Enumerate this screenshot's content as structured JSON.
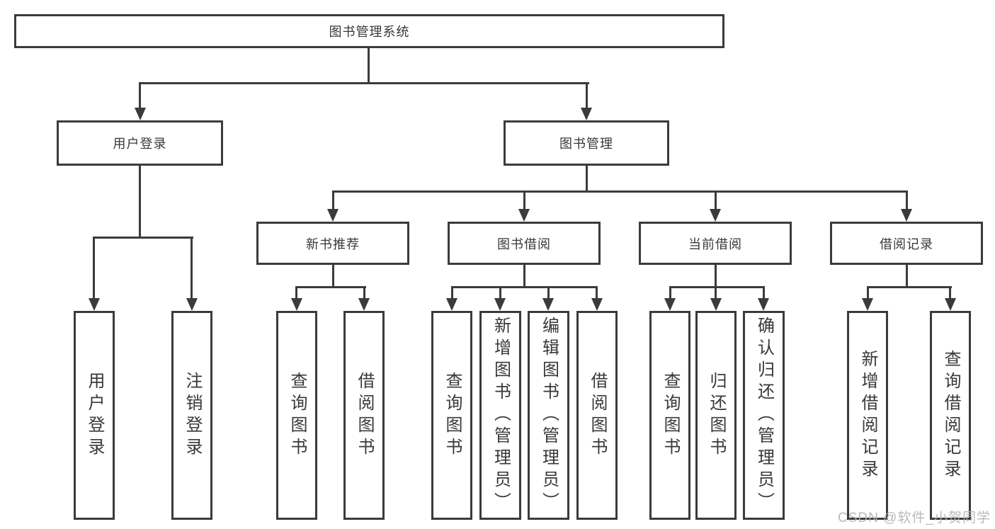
{
  "diagram_type": "org-tree",
  "colors": {
    "ink": "#3b3b3b",
    "text": "#383838",
    "background": "#ffffff",
    "watermark": "#b4b4b4"
  },
  "tree": {
    "root": {
      "label": "图书管理系统"
    },
    "children": [
      {
        "label": "用户登录",
        "children": [
          {
            "label": "用户登录"
          },
          {
            "label": "注销登录"
          }
        ]
      },
      {
        "label": "图书管理",
        "children": [
          {
            "label": "新书推荐",
            "children": [
              {
                "label": "查询图书"
              },
              {
                "label": "借阅图书"
              }
            ]
          },
          {
            "label": "图书借阅",
            "children": [
              {
                "label": "查询图书"
              },
              {
                "label": "新增图书（管理员）"
              },
              {
                "label": "编辑图书（管理员）"
              },
              {
                "label": "借阅图书"
              }
            ]
          },
          {
            "label": "当前借阅",
            "children": [
              {
                "label": "查询图书"
              },
              {
                "label": "归还图书"
              },
              {
                "label": "确认归还（管理员）"
              }
            ]
          },
          {
            "label": "借阅记录",
            "children": [
              {
                "label": "新增借阅记录"
              },
              {
                "label": "查询借阅记录"
              }
            ]
          }
        ]
      }
    ]
  },
  "watermark": {
    "text": "CSDN @软件_小贺同学"
  }
}
